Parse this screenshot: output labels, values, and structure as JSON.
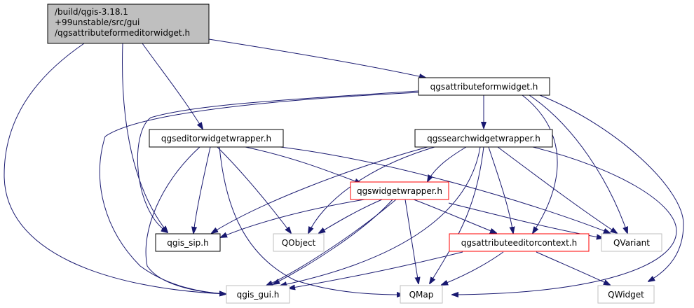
{
  "colors": {
    "edge": "#191970",
    "root_fill": "#bfbfbf",
    "normal_border": "#000000",
    "documented_red_border": "#ff0000",
    "external_border": "#bfbfbf",
    "text": "#000000"
  },
  "nodes": {
    "root": {
      "lines": [
        "/build/qgis-3.18.1",
        "+99unstable/src/gui",
        "/qgsattributeformeditorwidget.h"
      ],
      "style": "root"
    },
    "attributeformwidget": {
      "lines": [
        "qgsattributeformwidget.h"
      ],
      "style": "normal"
    },
    "editorwidgetwrapper": {
      "lines": [
        "qgseditorwidgetwrapper.h"
      ],
      "style": "normal"
    },
    "searchwidgetwrapper": {
      "lines": [
        "qgssearchwidgetwrapper.h"
      ],
      "style": "normal"
    },
    "widgetwrapper": {
      "lines": [
        "qgswidgetwrapper.h"
      ],
      "style": "red"
    },
    "qgis_sip": {
      "lines": [
        "qgis_sip.h"
      ],
      "style": "normal"
    },
    "qobject": {
      "lines": [
        "QObject"
      ],
      "style": "external"
    },
    "attributeeditorcontext": {
      "lines": [
        "qgsattributeeditorcontext.h"
      ],
      "style": "red"
    },
    "qvariant": {
      "lines": [
        "QVariant"
      ],
      "style": "external"
    },
    "qgis_gui": {
      "lines": [
        "qgis_gui.h"
      ],
      "style": "external"
    },
    "qmap": {
      "lines": [
        "QMap"
      ],
      "style": "external"
    },
    "qwidget": {
      "lines": [
        "QWidget"
      ],
      "style": "external"
    }
  }
}
